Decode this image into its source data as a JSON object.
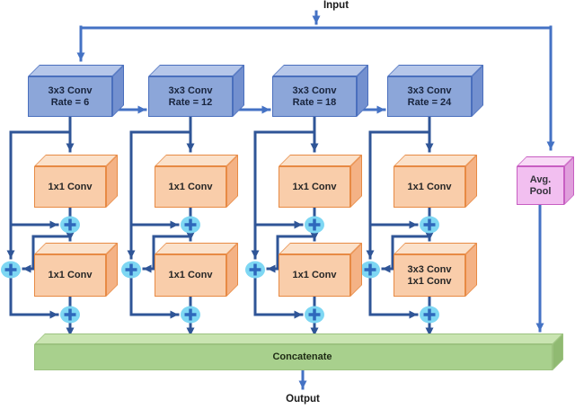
{
  "diagram": {
    "input_label": "Input",
    "output_label": "Output",
    "atrous_boxes": [
      {
        "label": "3x3 Conv\nRate = 6"
      },
      {
        "label": "3x3 Conv\nRate = 12"
      },
      {
        "label": "3x3 Conv\nRate = 18"
      },
      {
        "label": "3x3 Conv\nRate = 24"
      }
    ],
    "row1_boxes": [
      {
        "label": "1x1 Conv"
      },
      {
        "label": "1x1 Conv"
      },
      {
        "label": "1x1 Conv"
      },
      {
        "label": "1x1 Conv"
      }
    ],
    "row2_boxes": [
      {
        "label": "1x1 Conv"
      },
      {
        "label": "1x1 Conv"
      },
      {
        "label": "1x1 Conv"
      },
      {
        "label": "3x3 Conv\n1x1 Conv"
      }
    ],
    "avg_pool_label": "Avg.\nPool",
    "concatenate_label": "Concatenate",
    "add_symbol": "+",
    "colors": {
      "conv3x3_box": "#8CA6D9",
      "conv1x1_box": "#F9CDAA",
      "avg_pool_box": "#F2BFF0",
      "concatenate_bar": "#A8D08D",
      "add_circle": "#7ED7F3",
      "wire_dark": "#2F5597",
      "wire_light": "#4472C4"
    }
  }
}
